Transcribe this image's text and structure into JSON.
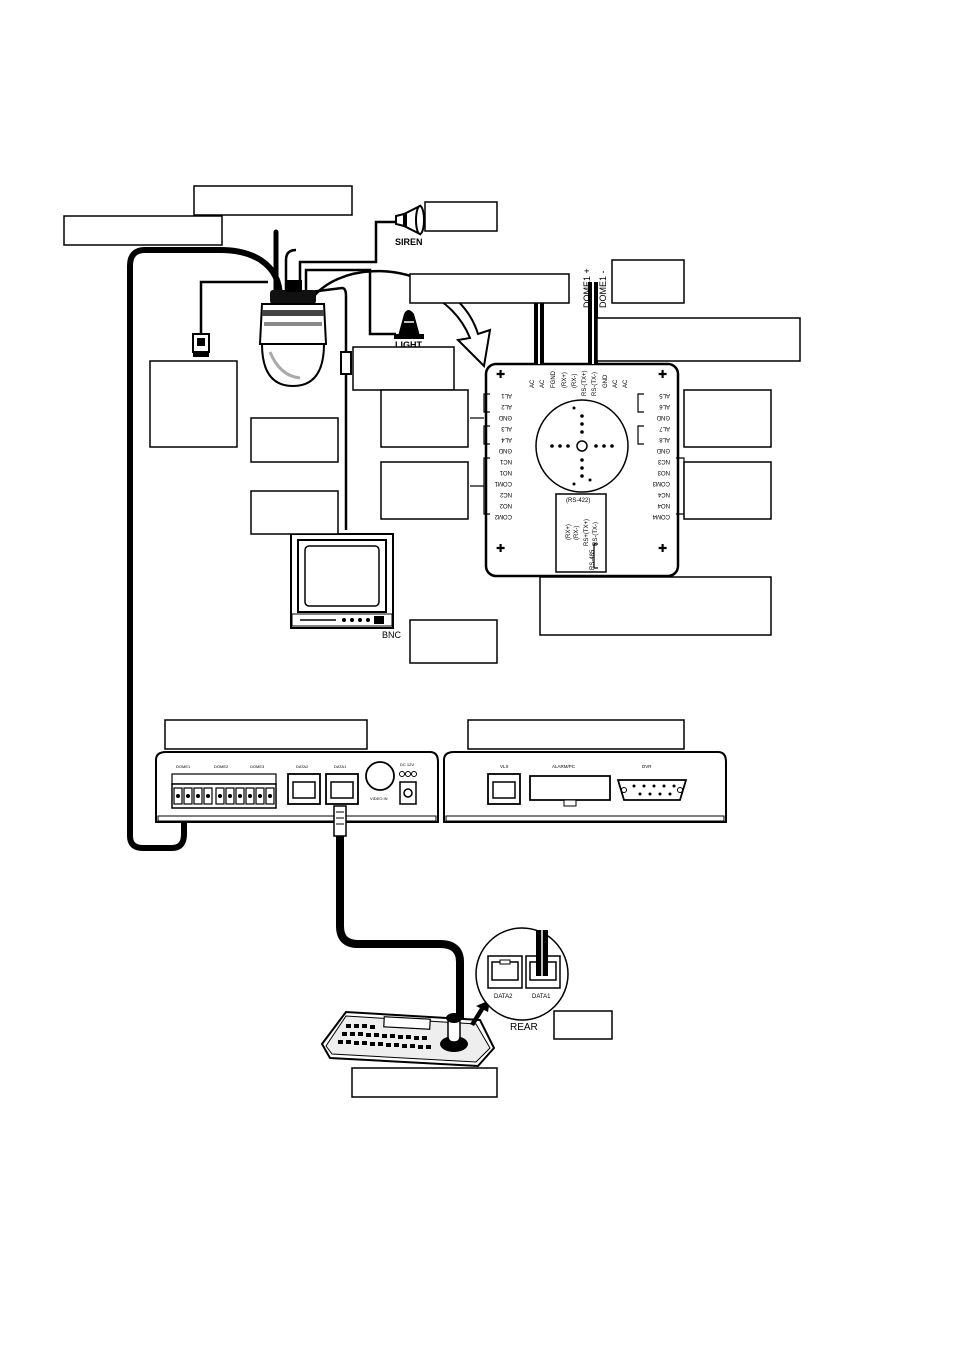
{
  "labels": {
    "siren": "SIREN",
    "light": "LIGHT",
    "bnc": "BNC",
    "rear": "REAR",
    "dome_plus": "DOME1 +",
    "dome_minus": "DOME1 -",
    "rs422": "(RS-422)",
    "rs485": "RS-485",
    "board_top_pins": [
      "AC",
      "AC",
      "FGND",
      "(RX+)",
      "(RX-)",
      "RS-(TX+)",
      "RS-(TX-)",
      "GND",
      "AC",
      "AC"
    ],
    "board_left_pins": [
      "AL1",
      "AL2",
      "GND",
      "AL3",
      "AL4",
      "GND",
      "NC1",
      "NO1",
      "COM1",
      "NC2",
      "NO2",
      "COM2"
    ],
    "board_right_pins": [
      "AL5",
      "AL6",
      "GND",
      "AL7",
      "AL8",
      "GND",
      "NC3",
      "NO3",
      "COM3",
      "NC4",
      "NO4",
      "COM4"
    ],
    "board_center_pins": [
      "(RX+)",
      "(RX-)",
      "RS+(TX+)",
      "RS-(TX-)"
    ],
    "device_front": [
      "DOME1",
      "DOME2",
      "DOME3",
      "DATA2",
      "DATA1",
      "VIDEO IN",
      "DC 12V"
    ],
    "device_rear": [
      "VLX",
      "ALARM/PC",
      "DVR"
    ],
    "keyboard_ports": [
      "DATA2",
      "DATA1"
    ]
  },
  "colors": {
    "ink": "#000000",
    "paper": "#ffffff",
    "box_gray": "#eeeeee"
  }
}
